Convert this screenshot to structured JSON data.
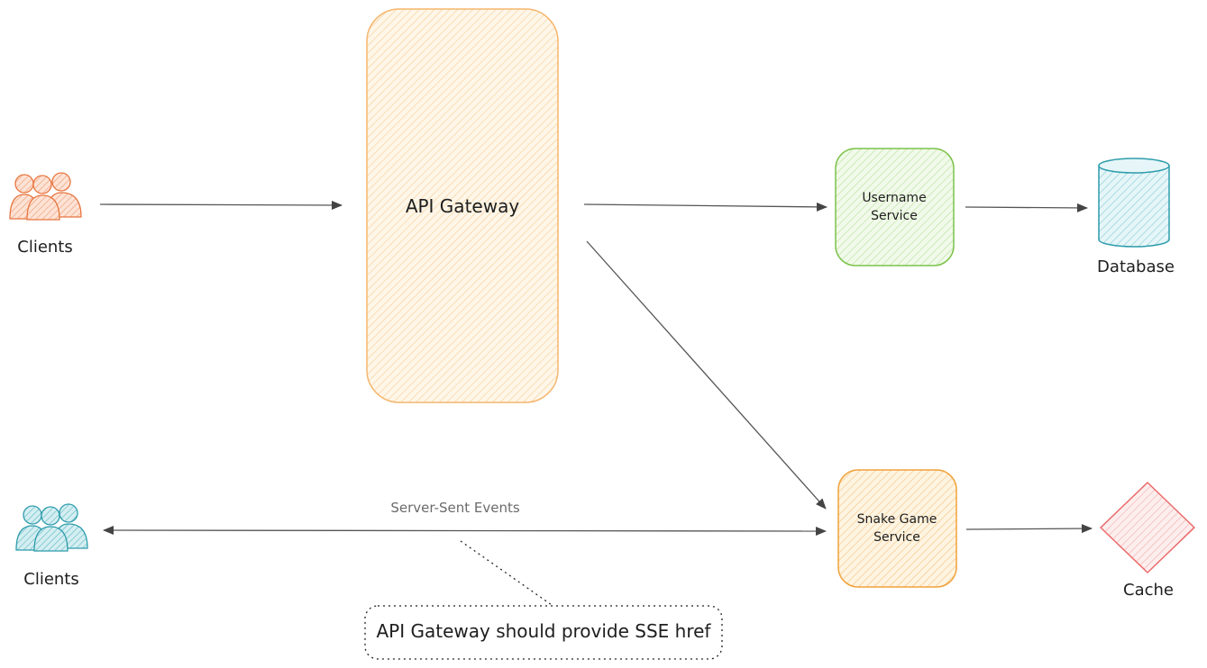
{
  "nodes": {
    "clients_top": {
      "label": "Clients",
      "color": "#e8753f"
    },
    "clients_bottom": {
      "label": "Clients",
      "color": "#2d9cab"
    },
    "api_gateway": {
      "label": "API Gateway",
      "stroke": "#f5b66e",
      "fill": "#fde8c8"
    },
    "username_service": {
      "label_line1": "Username",
      "label_line2": "Service",
      "stroke": "#7cc24a",
      "fill": "#dff3cf"
    },
    "snake_game_service": {
      "label_line1": "Snake Game",
      "label_line2": "Service",
      "stroke": "#f0a23a",
      "fill": "#fde6bd"
    },
    "database": {
      "label": "Database",
      "stroke": "#2d9cab",
      "fill": "#c8eaee"
    },
    "cache": {
      "label": "Cache",
      "stroke": "#ec6b6b",
      "fill": "#fbd5d5"
    }
  },
  "edges": {
    "sse_label": "Server-Sent Events"
  },
  "note": {
    "text": "API Gateway should provide SSE href"
  },
  "colors": {
    "edge": "#555555",
    "text": "#1e1e1e"
  }
}
